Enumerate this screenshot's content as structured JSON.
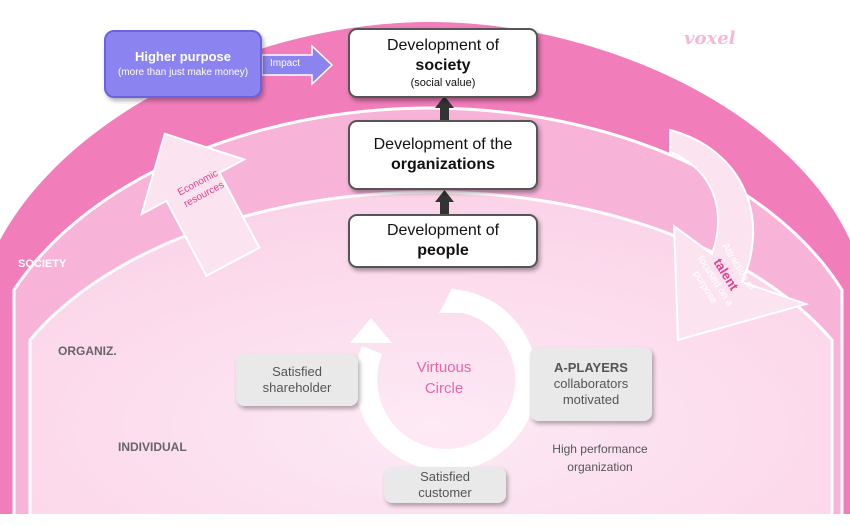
{
  "brand": "voxel",
  "rings": {
    "society": "SOCIETY",
    "organizations": "ORGANIZ.",
    "individual": "INDIVIDUAL"
  },
  "higher_purpose": {
    "title": "Higher purpose",
    "subtitle": "(more than just make money)",
    "impact_label": "Impact"
  },
  "stack": {
    "society": {
      "line1": "Development of",
      "bold": "society",
      "note": "(social value)"
    },
    "organizations": {
      "line1": "Development of the",
      "bold": "organizations"
    },
    "people": {
      "line1": "Development of",
      "bold": "people"
    }
  },
  "economic_resources": {
    "line1": "Economic",
    "line2": "resources"
  },
  "talent": {
    "line1": "Attraction of",
    "bold": "talent",
    "line2": "focused on a",
    "line3": "purpose"
  },
  "virtuous_circle": {
    "line1": "Virtuous",
    "line2": "Circle"
  },
  "shareholder": {
    "line1": "Satisfied",
    "line2": "shareholder"
  },
  "aplayers": {
    "title": "A-PLAYERS",
    "line1": "collaborators",
    "line2": "motivated"
  },
  "customer": {
    "line1": "Satisfied",
    "line2": "customer"
  },
  "high_performance": {
    "line1": "High performance",
    "line2": "organization"
  },
  "colors": {
    "outer_ring": "#f16fb5",
    "middle_ring": "#f8a9d3",
    "inner_ring": "#fcd9ec",
    "purpose_box": "#8b84f0",
    "accent_pink": "#e0408e"
  }
}
